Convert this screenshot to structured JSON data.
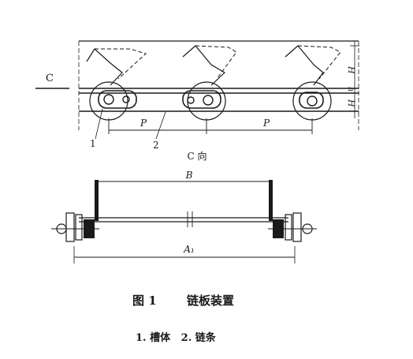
{
  "upper_view": {
    "section_label": "C",
    "pitch_label_1": "P",
    "pitch_label_2": "P",
    "callout_1": "1",
    "callout_2": "2",
    "dim_label_1": "H",
    "dim_label_2": "h",
    "dim_label_3": "H"
  },
  "view_label": "C 向",
  "lower_view": {
    "width_label_inner": "B",
    "width_label_outer": "A₁"
  },
  "caption": {
    "figure_number": "图 1",
    "title": "链板装置",
    "legend": "1. 槽体   2. 链条"
  }
}
